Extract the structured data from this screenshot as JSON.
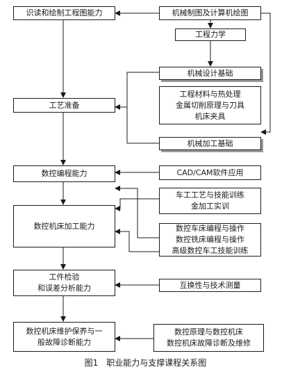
{
  "left_column": {
    "drawing_ability": "识读和绘制工程图能力",
    "process_preparation": "工艺准备",
    "nc_programming": "数控编程能力",
    "nc_machining": "数控机床加工能力",
    "inspection_line1": "工件检验",
    "inspection_line2": "和误差分析能力",
    "maintenance_line1": "数控机床维护保养与一",
    "maintenance_line2": "般故障诊断能力"
  },
  "right_column": {
    "drawing_course": "机械制图及计算机绘图",
    "mechanics": "工程力学",
    "design_basics": "机械设计基础",
    "materials_line1": "工程材料与热处理",
    "materials_line2": "金属切削原理与刀具",
    "materials_line3": "机床夹具",
    "machining_basics": "机械加工基础",
    "cad_cam": "CAD/CAM软件应用",
    "turning_line1": "车工工艺与技能训练",
    "turning_line2": "金加工实训",
    "nc_ops_line1": "数控车床编程与操作",
    "nc_ops_line2": "数控铣床编程与操作",
    "nc_ops_line3": "高级数控车工技能训练",
    "measurement": "互换性与技术测量",
    "nc_principles_line1": "数控原理与数控机床",
    "nc_principles_line2": "数控机床故障诊断及维修"
  },
  "caption": "图1　职业能力与支撑课程关系图"
}
